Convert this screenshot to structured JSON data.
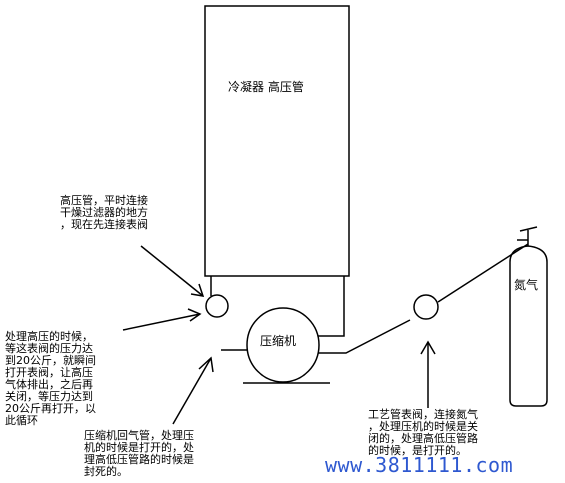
{
  "labels": {
    "condenser": "冷凝器  高压管",
    "compressor": "压缩机",
    "nitrogen": "氮气",
    "high_pressure_note": "高压管，平时连接\n干燥过滤器的地方\n，现在先连接表阀",
    "process_note": "处理高压的时候，\n等这表阀的压力达\n到20公斤，就瞬间\n打开表阀，让高压\n气体排出，之后再\n关闭，等压力达到\n20公斤再打开，以\n此循环",
    "return_pipe_note": "压缩机回气管，处理压\n机的时候是打开的，处\n理高低压管路的时候是\n封死的。",
    "process_pipe_note": "工艺管表阀，连接氮气\n，处理压机的时候是关\n闭的，处理高低压管路\n的时候，是打开的。"
  },
  "watermark": "www.3811111.com",
  "colors": {
    "line": "#000000",
    "background": "#ffffff",
    "watermark": "#0a3cc8"
  }
}
